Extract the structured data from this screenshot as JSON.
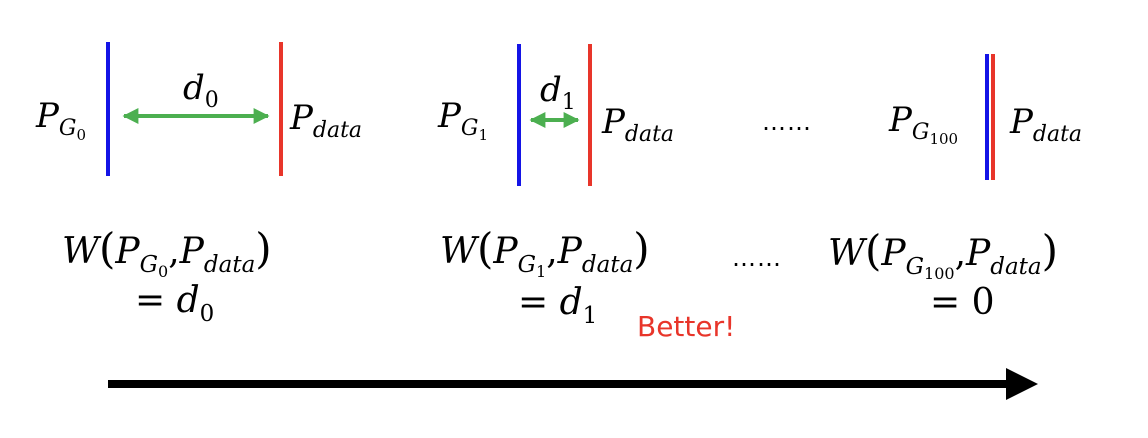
{
  "colors": {
    "generator_line": "#1414e6",
    "data_line": "#e8352a",
    "distance_arrow": "#4caf50",
    "better": "#e8352a",
    "progress_arrow": "#000000"
  },
  "stage0": {
    "pg_main": "P",
    "pg_sub": "G",
    "pg_subsub": "0",
    "distance_main": "d",
    "distance_sub": "0",
    "pdata_main": "P",
    "pdata_sub": "data",
    "formula": {
      "w": "W",
      "p": "P",
      "g": "G",
      "g_sub": "0",
      "comma": ",",
      "p2": "P",
      "data": "data",
      "equals": "=",
      "rhs_main": "d",
      "rhs_sub": "0"
    }
  },
  "stage1": {
    "pg_main": "P",
    "pg_sub": "G",
    "pg_subsub": "1",
    "distance_main": "d",
    "distance_sub": "1",
    "pdata_main": "P",
    "pdata_sub": "data",
    "formula": {
      "w": "W",
      "p": "P",
      "g": "G",
      "g_sub": "1",
      "comma": ",",
      "p2": "P",
      "data": "data",
      "equals": "=",
      "rhs_main": "d",
      "rhs_sub": "1"
    }
  },
  "stage100": {
    "pg_main": "P",
    "pg_sub": "G",
    "pg_subsub": "100",
    "pdata_main": "P",
    "pdata_sub": "data",
    "formula": {
      "w": "W",
      "p": "P",
      "g": "G",
      "g_sub": "100",
      "comma": ",",
      "p2": "P",
      "data": "data",
      "equals": "=",
      "rhs": "0"
    }
  },
  "ellipsis_top": "……",
  "ellipsis_bottom": "……",
  "better_label": "Better!"
}
